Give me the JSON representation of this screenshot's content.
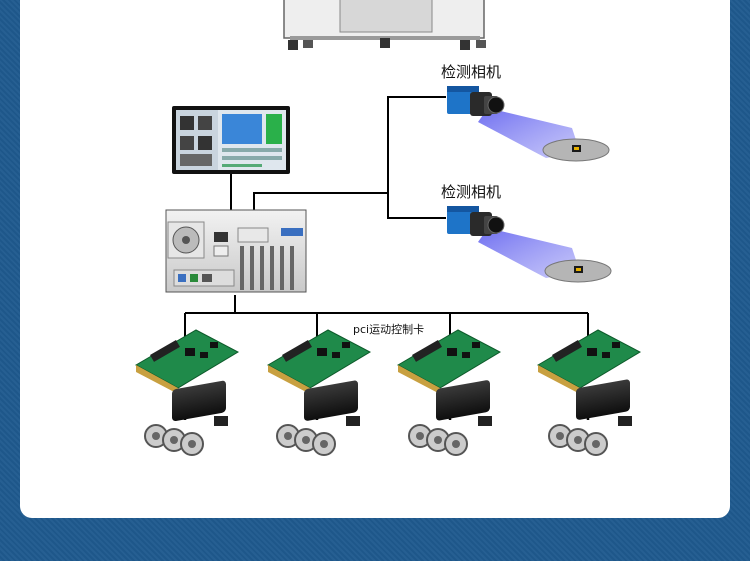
{
  "labels": {
    "camera_top": "检测相机",
    "camera_bottom": "检测相机",
    "bus": "pci运动控制卡"
  },
  "colors": {
    "background": "#1f5a8e",
    "panel": "#ffffff",
    "line": "#000000",
    "camera_body": "#1e74c8",
    "beam": "#6666ee",
    "pcb": "#1f8a4a"
  },
  "counts": {
    "motion_cards": 4,
    "servo_motors": 4,
    "cameras": 2
  }
}
